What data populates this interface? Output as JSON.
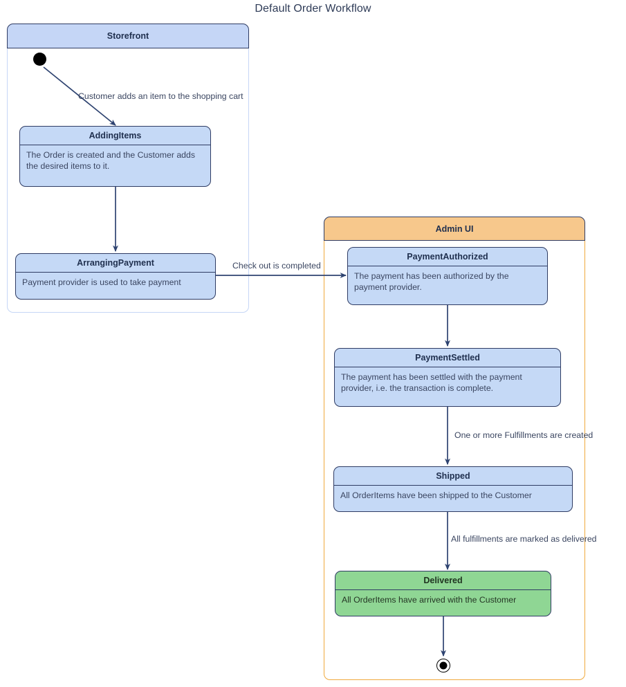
{
  "diagram": {
    "title": "Default Order Workflow",
    "type": "uml-state-machine"
  },
  "colors": {
    "state_fill": "#c5d9f6",
    "state_border": "#2e3b63",
    "final_state_fill": "#8fd694",
    "storefront_header_fill": "#c5d6f6",
    "adminui_header_fill": "#f7c88c",
    "adminui_body_border": "#f0a93c",
    "edge_stroke": "#2e4370",
    "text": "#3a4560"
  },
  "regions": [
    {
      "id": "storefront",
      "label": "Storefront"
    },
    {
      "id": "admin_ui",
      "label": "Admin UI"
    }
  ],
  "states": [
    {
      "id": "adding_items",
      "name": "AddingItems",
      "description": "The Order is created and the Customer adds the desired items to it.",
      "region": "storefront",
      "accent": "blue"
    },
    {
      "id": "arranging_payment",
      "name": "ArrangingPayment",
      "description": "Payment provider is used to take payment",
      "region": "storefront",
      "accent": "blue"
    },
    {
      "id": "payment_authorized",
      "name": "PaymentAuthorized",
      "description": "The payment has been authorized by the payment provider.",
      "region": "admin_ui",
      "accent": "blue"
    },
    {
      "id": "payment_settled",
      "name": "PaymentSettled",
      "description": "The payment has been settled with the payment provider, i.e. the transaction is complete.",
      "region": "admin_ui",
      "accent": "blue"
    },
    {
      "id": "shipped",
      "name": "Shipped",
      "description": "All OrderItems have been shipped to the Customer",
      "region": "admin_ui",
      "accent": "blue"
    },
    {
      "id": "delivered",
      "name": "Delivered",
      "description": "All OrderItems have arrived with the Customer",
      "region": "admin_ui",
      "accent": "green"
    }
  ],
  "pseudostates": [
    {
      "id": "initial",
      "kind": "initial",
      "region": "storefront"
    },
    {
      "id": "final",
      "kind": "final",
      "region": "admin_ui"
    }
  ],
  "transitions": [
    {
      "id": "t1",
      "from": "initial",
      "to": "adding_items",
      "label": "Customer adds an item to the shopping cart"
    },
    {
      "id": "t2",
      "from": "adding_items",
      "to": "arranging_payment",
      "label": ""
    },
    {
      "id": "t3",
      "from": "arranging_payment",
      "to": "payment_authorized",
      "label": "Check out is completed"
    },
    {
      "id": "t4",
      "from": "payment_authorized",
      "to": "payment_settled",
      "label": ""
    },
    {
      "id": "t5",
      "from": "payment_settled",
      "to": "shipped",
      "label": "One or more Fulfillments are created"
    },
    {
      "id": "t6",
      "from": "shipped",
      "to": "delivered",
      "label": "All fulfillments are marked as delivered"
    },
    {
      "id": "t7",
      "from": "delivered",
      "to": "final",
      "label": ""
    }
  ]
}
